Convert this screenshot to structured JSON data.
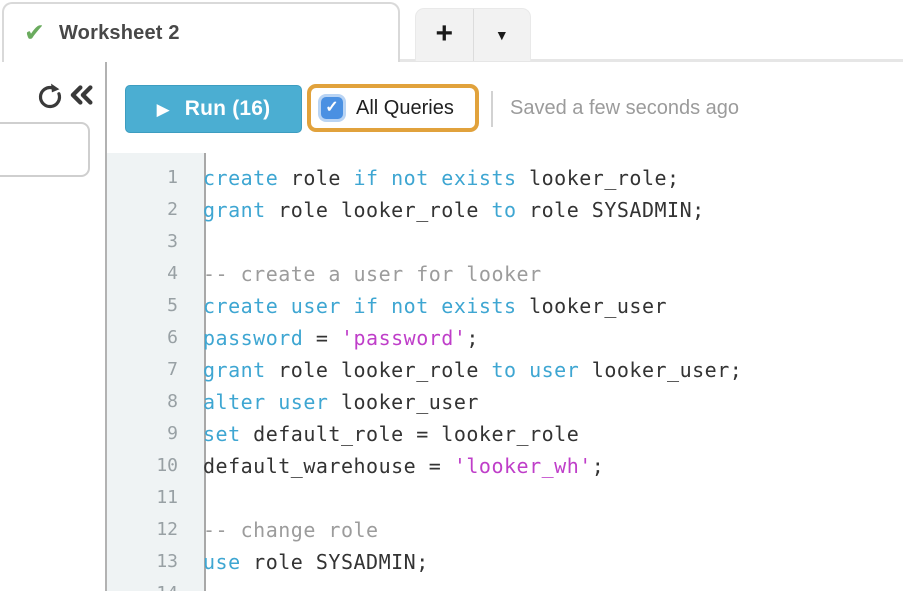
{
  "tab_bar": {
    "tabs": [
      {
        "label": "Worksheet 2",
        "status_icon": "green-check",
        "active": true
      }
    ],
    "new_tab_label": "+",
    "tab_dropdown_glyph": "▼"
  },
  "toolbar": {
    "run_label": "Run (16)",
    "play_glyph": "▶",
    "all_queries_label": "All Queries",
    "all_queries_checked": true,
    "checkbox_glyph": "✓",
    "saved_status": "Saved a few seconds ago"
  },
  "sidebar": {
    "refresh_icon": "clockwise-circular-arrow",
    "collapse_icon": "double-chevron-left"
  },
  "icons": {
    "tab_check_glyph": "✔"
  },
  "editor": {
    "language": "sql",
    "lines": [
      {
        "tokens": [
          [
            "k",
            "create"
          ],
          [
            "p",
            " role "
          ],
          [
            "k",
            "if not exists"
          ],
          [
            "p",
            " looker_role;"
          ]
        ]
      },
      {
        "tokens": [
          [
            "k",
            "grant"
          ],
          [
            "p",
            " role looker_role "
          ],
          [
            "k",
            "to"
          ],
          [
            "p",
            " role SYSADMIN;"
          ]
        ]
      },
      {
        "tokens": []
      },
      {
        "tokens": [
          [
            "c",
            "-- create a user for looker"
          ]
        ]
      },
      {
        "tokens": [
          [
            "k",
            "create user if not exists"
          ],
          [
            "p",
            " looker_user"
          ]
        ]
      },
      {
        "tokens": [
          [
            "k",
            "password"
          ],
          [
            "p",
            " = "
          ],
          [
            "s",
            "'password'"
          ],
          [
            "p",
            ";"
          ]
        ]
      },
      {
        "tokens": [
          [
            "k",
            "grant"
          ],
          [
            "p",
            " role looker_role "
          ],
          [
            "k",
            "to user"
          ],
          [
            "p",
            " looker_user;"
          ]
        ]
      },
      {
        "tokens": [
          [
            "k",
            "alter user"
          ],
          [
            "p",
            " looker_user"
          ]
        ]
      },
      {
        "tokens": [
          [
            "k",
            "set"
          ],
          [
            "p",
            " default_role = looker_role"
          ]
        ]
      },
      {
        "tokens": [
          [
            "p",
            "default_warehouse = "
          ],
          [
            "s",
            "'looker_wh'"
          ],
          [
            "p",
            ";"
          ]
        ]
      },
      {
        "tokens": []
      },
      {
        "tokens": [
          [
            "c",
            "-- change role"
          ]
        ]
      },
      {
        "tokens": [
          [
            "k",
            "use"
          ],
          [
            "p",
            " role SYSADMIN;"
          ]
        ]
      },
      {
        "tokens": []
      }
    ]
  },
  "colors": {
    "run_button_teal": "#4baed2",
    "highlight_orange": "#e1a23c",
    "checkbox_blue": "#4a90e2",
    "tab_check_green": "#6aab5e",
    "keyword_blue": "#3ea6d2",
    "string_magenta": "#bf3ec9",
    "comment_gray": "#9c9c9c",
    "code_text": "#333333",
    "gutter_background": "#eff3f4"
  }
}
